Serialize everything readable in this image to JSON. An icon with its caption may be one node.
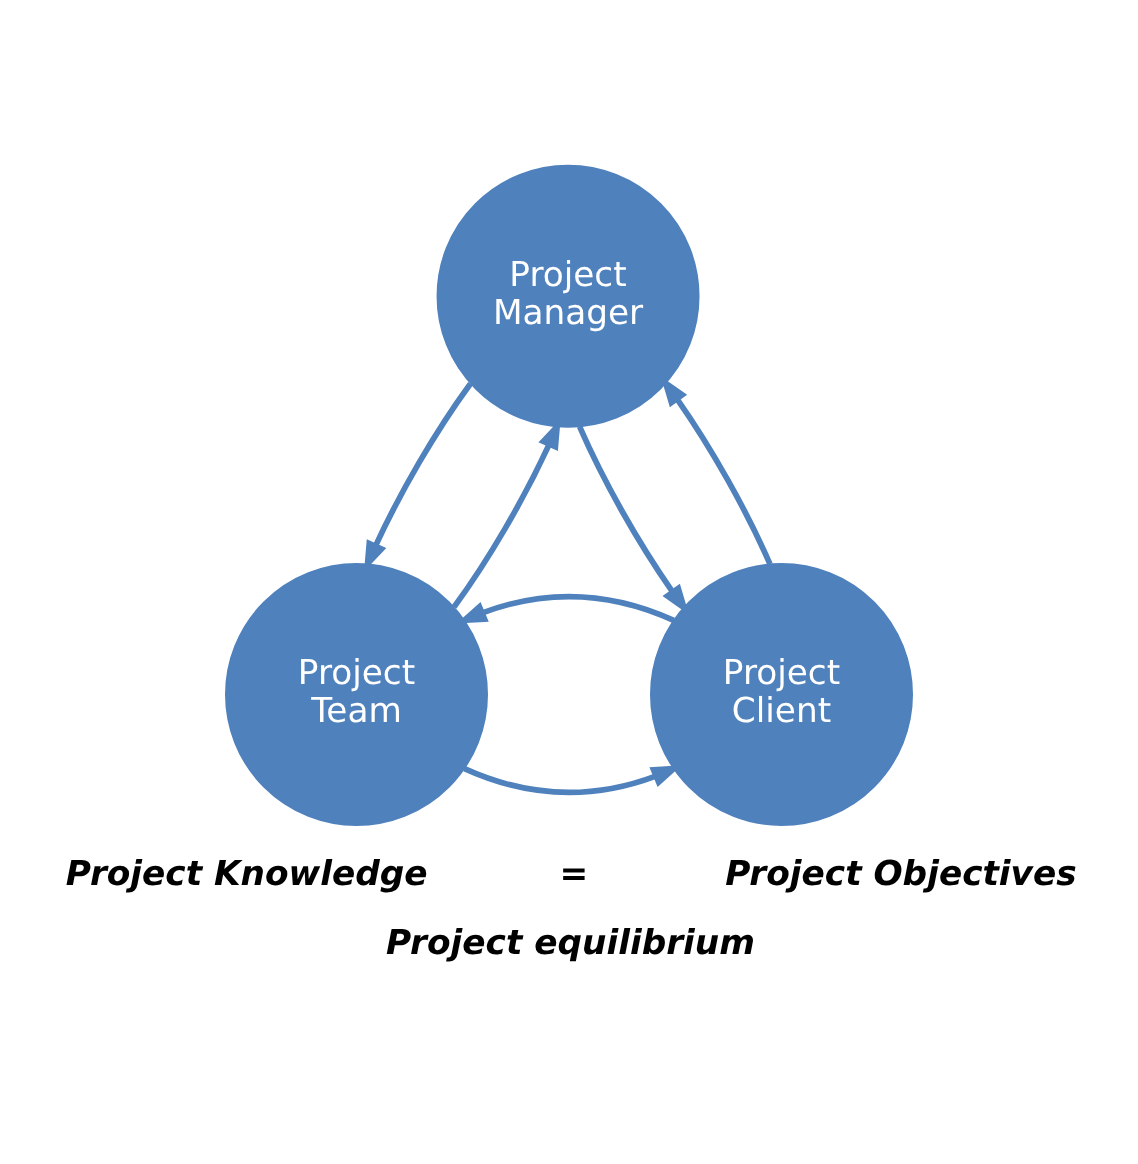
{
  "diagram": {
    "caption": "Project equilibrium",
    "nodes": [
      {
        "text": [
          "Project Manager"
        ]
      },
      {
        "text": [
          "Project Team"
        ]
      },
      {
        "text": [
          "Project Client"
        ]
      }
    ],
    "edges": [
      {
        "from": 0,
        "to": 1,
        "arrow": "to"
      },
      {
        "from": 1,
        "to": 0,
        "arrow": "to"
      },
      {
        "from": 0,
        "to": 2,
        "arrow": "to"
      },
      {
        "from": 2,
        "to": 0,
        "arrow": "to"
      },
      {
        "from": 1,
        "to": 2,
        "arrow": "to"
      },
      {
        "from": 2,
        "to": 1,
        "arrow": "to"
      }
    ],
    "labels": [
      "Project Knowledge",
      "=",
      "Project Objectives"
    ]
  }
}
